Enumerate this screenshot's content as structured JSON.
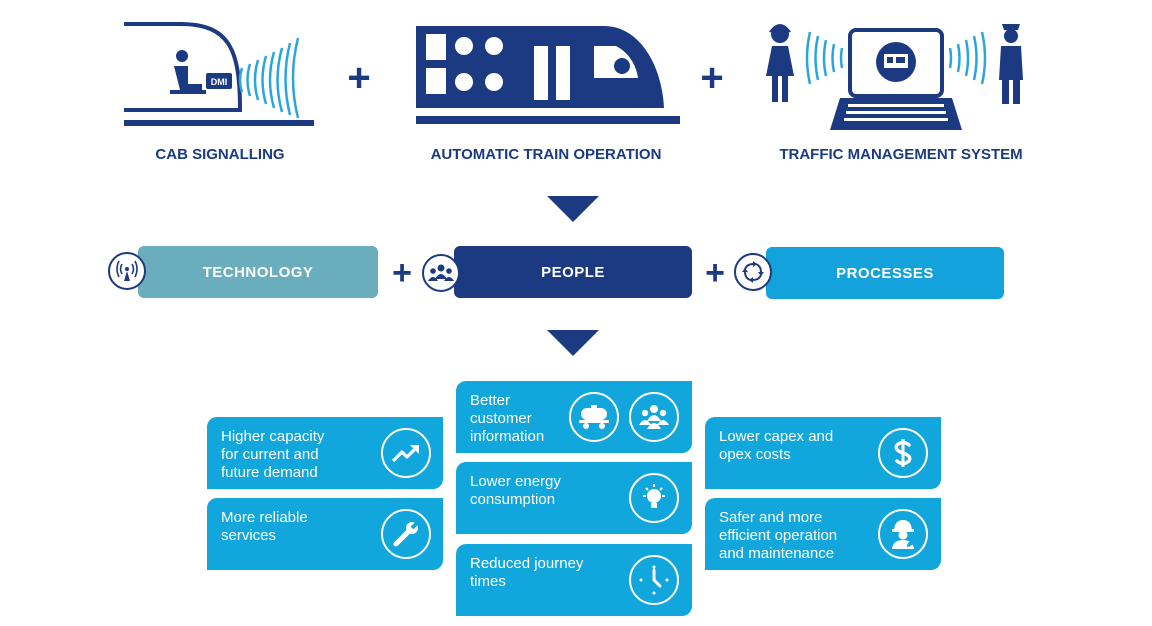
{
  "top_row": {
    "items": [
      {
        "label": "CAB SIGNALLING",
        "icon": "cab-signalling-icon",
        "dmi_label": "DMI"
      },
      {
        "label": "AUTOMATIC TRAIN OPERATION",
        "icon": "train-icon"
      },
      {
        "label": "TRAFFIC MANAGEMENT SYSTEM",
        "icon": "traffic-management-icon"
      }
    ]
  },
  "middle_row": {
    "items": [
      {
        "label": "TECHNOLOGY",
        "icon": "antenna-icon",
        "color": "#6aaebd"
      },
      {
        "label": "PEOPLE",
        "icon": "people-icon",
        "color": "#1b3a82"
      },
      {
        "label": "PROCESSES",
        "icon": "cycle-icon",
        "color": "#13a2dc"
      }
    ]
  },
  "benefits": {
    "left": [
      {
        "text": "Higher capacity\nfor current and\nfuture demand",
        "icon": "growth-chart-icon"
      },
      {
        "text": "More reliable\nservices",
        "icon": "wrench-icon"
      }
    ],
    "center": [
      {
        "text": "Better\ncustomer\ninformation",
        "icons": [
          "tank-wagon-icon",
          "group-icon"
        ]
      },
      {
        "text": "Lower energy\nconsumption",
        "icon": "lightbulb-icon"
      },
      {
        "text": "Reduced journey\ntimes",
        "icon": "clock-icon"
      }
    ],
    "right": [
      {
        "text": "Lower capex and\nopex costs",
        "icon": "dollar-icon"
      },
      {
        "text": "Safer and more\nefficient operation\nand maintenance",
        "icon": "worker-icon"
      }
    ]
  },
  "colors": {
    "navy": "#1b3a82",
    "card_blue": "#11a6dc",
    "plus": "+"
  }
}
